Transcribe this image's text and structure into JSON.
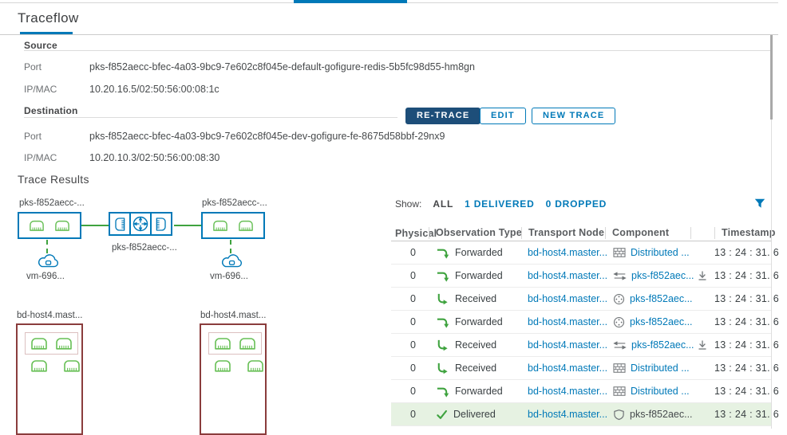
{
  "colors": {
    "accent_blue": "#0079b8",
    "primary_button_bg": "#1d4e79",
    "success_green": "#3fa33f",
    "port_green": "#67bf55",
    "host_border_red": "#8a3c3c",
    "delivered_row_bg": "#e6f2e2"
  },
  "header": {
    "title": "Traceflow"
  },
  "source": {
    "title": "Source",
    "port_label": "Port",
    "port_value": "pks-f852aecc-bfec-4a03-9bc9-7e602c8f045e-default-gofigure-redis-5b5fc98d55-hm8gn",
    "ipmac_label": "IP/MAC",
    "ipmac_value": "10.20.16.5/02:50:56:00:08:1c"
  },
  "destination": {
    "title": "Destination",
    "port_label": "Port",
    "port_value": "pks-f852aecc-bfec-4a03-9bc9-7e602c8f045e-dev-gofigure-fe-8675d58bbf-29nx9",
    "ipmac_label": "IP/MAC",
    "ipmac_value": "10.20.10.3/02:50:56:00:08:30"
  },
  "actions": {
    "retrace": "RE-TRACE",
    "edit": "EDIT",
    "new_trace": "NEW TRACE"
  },
  "trace_results_title": "Trace Results",
  "diagram": {
    "switch_left_label": "pks-f852aecc-...",
    "switch_right_label": "pks-f852aecc-...",
    "router_label": "pks-f852aecc-...",
    "vm_left_label": "vm-696...",
    "vm_right_label": "vm-696...",
    "host_left_label": "bd-host4.mast...",
    "host_right_label": "bd-host4.mast..."
  },
  "filter_bar": {
    "show_label": "Show:",
    "all": "ALL",
    "delivered": "1 DELIVERED",
    "dropped": "0 DROPPED",
    "filter_icon": "funnel-icon"
  },
  "table": {
    "headers": {
      "physical": "Physical",
      "observation": "Observation Type",
      "transport": "Transport Node",
      "component": "Component",
      "timestamp": "Timestamp"
    },
    "rows": [
      {
        "physical": "0",
        "observation": "Forwarded",
        "obs_icon": "forwarded-arrow",
        "transport": "bd-host4.master...",
        "component": "Distributed ...",
        "component_icon": "distributed-firewall",
        "download": false,
        "timestamp": "13 : 24 : 31. 6"
      },
      {
        "physical": "0",
        "observation": "Forwarded",
        "obs_icon": "forwarded-arrow",
        "transport": "bd-host4.master...",
        "component": "pks-f852aec...",
        "component_icon": "swap-arrows",
        "download": true,
        "timestamp": "13 : 24 : 31. 6"
      },
      {
        "physical": "0",
        "observation": "Received",
        "obs_icon": "received-arrow",
        "transport": "bd-host4.master...",
        "component": "pks-f852aec...",
        "component_icon": "circle-port",
        "download": false,
        "timestamp": "13 : 24 : 31. 6"
      },
      {
        "physical": "0",
        "observation": "Forwarded",
        "obs_icon": "forwarded-arrow",
        "transport": "bd-host4.master...",
        "component": "pks-f852aec...",
        "component_icon": "circle-port",
        "download": false,
        "timestamp": "13 : 24 : 31. 6"
      },
      {
        "physical": "0",
        "observation": "Received",
        "obs_icon": "received-arrow",
        "transport": "bd-host4.master...",
        "component": "pks-f852aec...",
        "component_icon": "swap-arrows",
        "download": true,
        "timestamp": "13 : 24 : 31. 6"
      },
      {
        "physical": "0",
        "observation": "Received",
        "obs_icon": "received-arrow",
        "transport": "bd-host4.master...",
        "component": "Distributed ...",
        "component_icon": "distributed-firewall",
        "download": false,
        "timestamp": "13 : 24 : 31. 6"
      },
      {
        "physical": "0",
        "observation": "Forwarded",
        "obs_icon": "forwarded-arrow",
        "transport": "bd-host4.master...",
        "component": "Distributed ...",
        "component_icon": "distributed-firewall",
        "download": false,
        "timestamp": "13 : 24 : 31. 6"
      },
      {
        "physical": "0",
        "observation": "Delivered",
        "obs_icon": "check-mark",
        "transport": "bd-host4.master...",
        "component": "pks-f852aec...",
        "component_icon": "shield",
        "download": false,
        "timestamp": "13 : 24 : 31. 6"
      }
    ]
  }
}
